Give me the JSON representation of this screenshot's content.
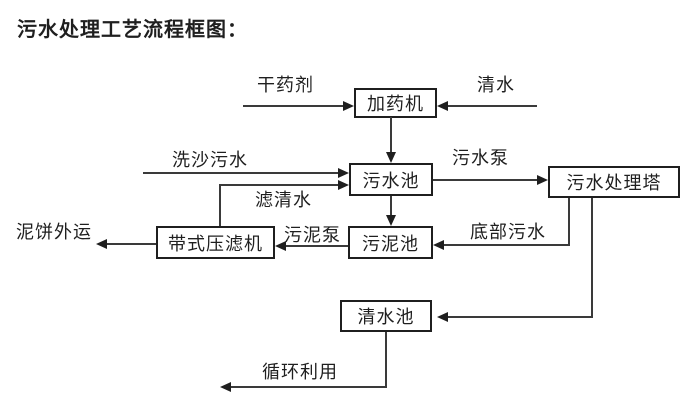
{
  "title": "污水处理工艺流程框图：",
  "flowchart": {
    "boxes": {
      "dosing_machine": "加药机",
      "sewage_pool": "污水池",
      "treatment_tower": "污水处理塔",
      "belt_filter_press": "带式压滤机",
      "sludge_pool": "污泥池",
      "clean_water_pool": "清水池"
    },
    "labels": {
      "dry_agent": "干药剂",
      "clean_water": "清水",
      "sand_washing_sewage": "洗沙污水",
      "sewage_pump": "污水泵",
      "filtered_clean_water": "滤清水",
      "sludge_pump": "污泥泵",
      "bottom_sewage": "底部污水",
      "mud_cake_transport": "泥饼外运",
      "recycling_use": "循环利用"
    },
    "colors": {
      "ink": "#1f1f1f",
      "line": "#3a3a3a",
      "background": "#ffffff"
    }
  }
}
